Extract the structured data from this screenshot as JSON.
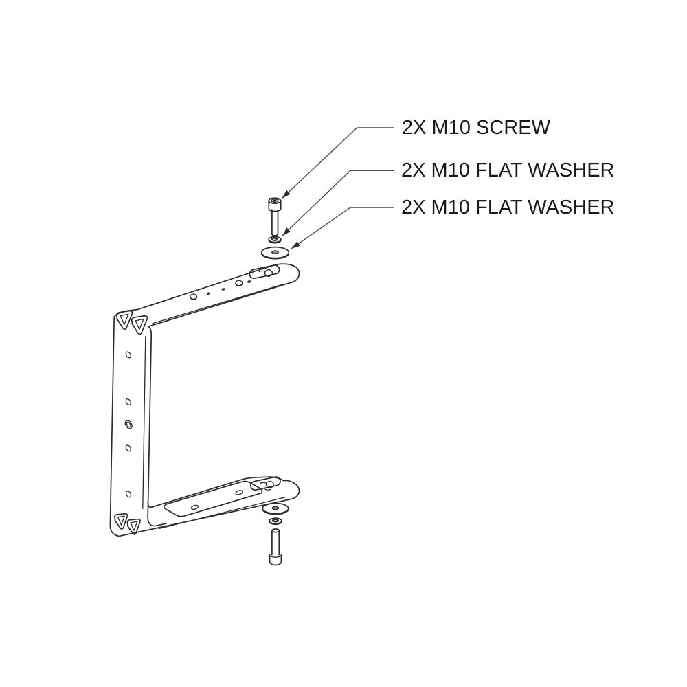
{
  "colors": {
    "background": "#ffffff",
    "line": "#2b2b2b",
    "leader": "#4c4c4c",
    "text": "#1a1a1a"
  },
  "callouts": [
    {
      "label": "2X M10 SCREW"
    },
    {
      "label": "2X M10 FLAT WASHER"
    },
    {
      "label": "2X M10 FLAT WASHER"
    }
  ],
  "parts_depicted": [
    "U-mount bracket with keyhole slots",
    "M10 socket head screw (top)",
    "M10 small flat washer (top)",
    "M10 large flat washer (top)",
    "M10 large flat washer (bottom)",
    "M10 small flat washer (bottom)",
    "M10 socket head screw (bottom)"
  ]
}
